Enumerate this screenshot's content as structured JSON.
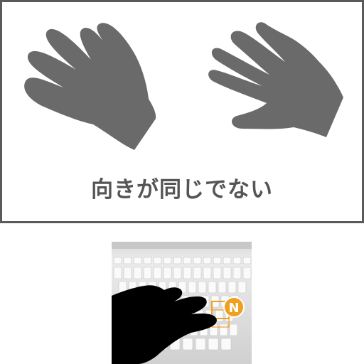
{
  "caption": "向きが同じでない",
  "colors": {
    "frame": "#5a5a5a",
    "hand": "#6a6a6a",
    "caption": "#555555",
    "badge": "#f0a020",
    "silhouette": "#000000"
  },
  "icons": {
    "left_hand": "left-hand-silhouette",
    "right_hand": "right-hand-silhouette",
    "badge": "n-key-badge"
  },
  "keyboard": {
    "badge_letter": "N"
  }
}
